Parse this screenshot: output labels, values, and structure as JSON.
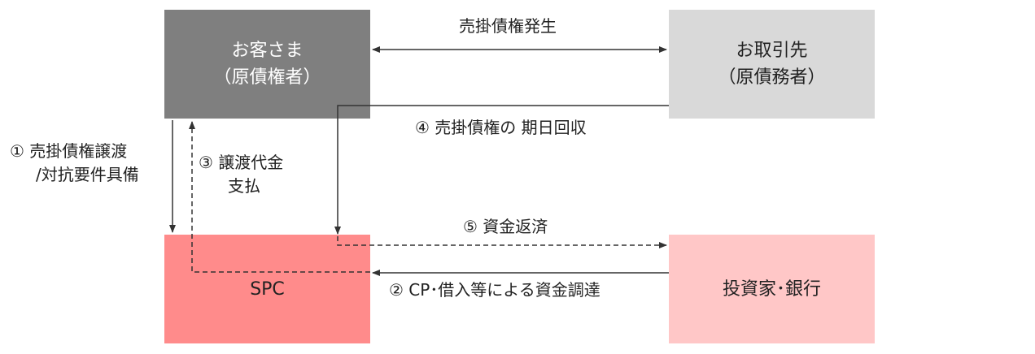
{
  "entities": {
    "customer": {
      "name": "お客さま",
      "role": "（原債権者）"
    },
    "partner": {
      "name": "お取引先",
      "role": "（原債務者）"
    },
    "spc": {
      "name": "SPC"
    },
    "investor": {
      "name": "投資家･銀行"
    }
  },
  "flows": {
    "receivable_origination": "売掛債権発生",
    "step1_line1": "① 売掛債権譲渡",
    "step1_line2": "/対抗要件具備",
    "step2": "② CP･借入等による資金調達",
    "step3_line1": "③ 譲渡代金",
    "step3_line2": "支払",
    "step4": "④ 売掛債権の 期日回収",
    "step5": "⑤ 資金返済"
  },
  "colors": {
    "customer": "#7f7f7f",
    "partner": "#d9d9d9",
    "spc": "#ff8b8b",
    "investor": "#ffc7c7",
    "line": "#333333"
  }
}
